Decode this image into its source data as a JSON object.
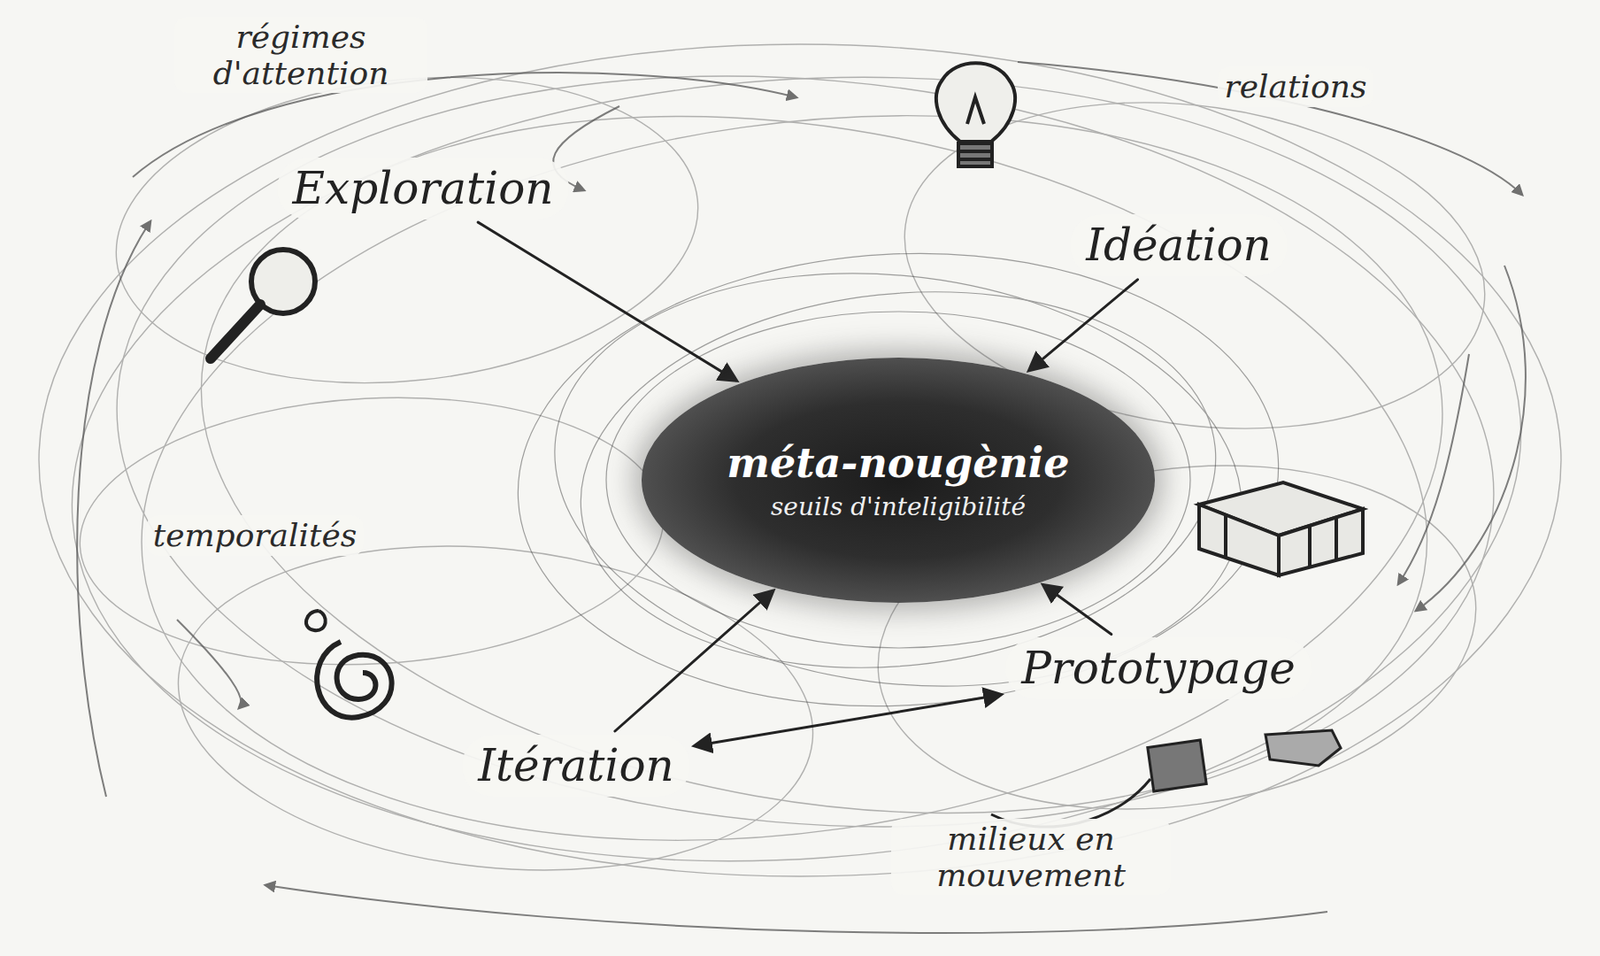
{
  "diagram": {
    "nodes": [
      {
        "text": [
          "méta-nougènie",
          "seuils d'inteligibilité"
        ]
      },
      {
        "text": [
          "Exploration"
        ]
      },
      {
        "text": [
          "Idéation"
        ]
      },
      {
        "text": [
          "Prototypage"
        ]
      },
      {
        "text": [
          "Itération"
        ]
      }
    ],
    "edges": [
      {
        "from": 1,
        "to": 0,
        "arrow": "to"
      },
      {
        "from": 2,
        "to": 0,
        "arrow": "to"
      },
      {
        "from": 3,
        "to": 0,
        "arrow": "to"
      },
      {
        "from": 4,
        "to": 0,
        "arrow": "to"
      },
      {
        "from": 4,
        "to": 3,
        "arrow": "both"
      }
    ],
    "labels": [
      "régimes d'attention",
      "relations",
      "temporalités",
      "milieux en mouvement"
    ]
  }
}
